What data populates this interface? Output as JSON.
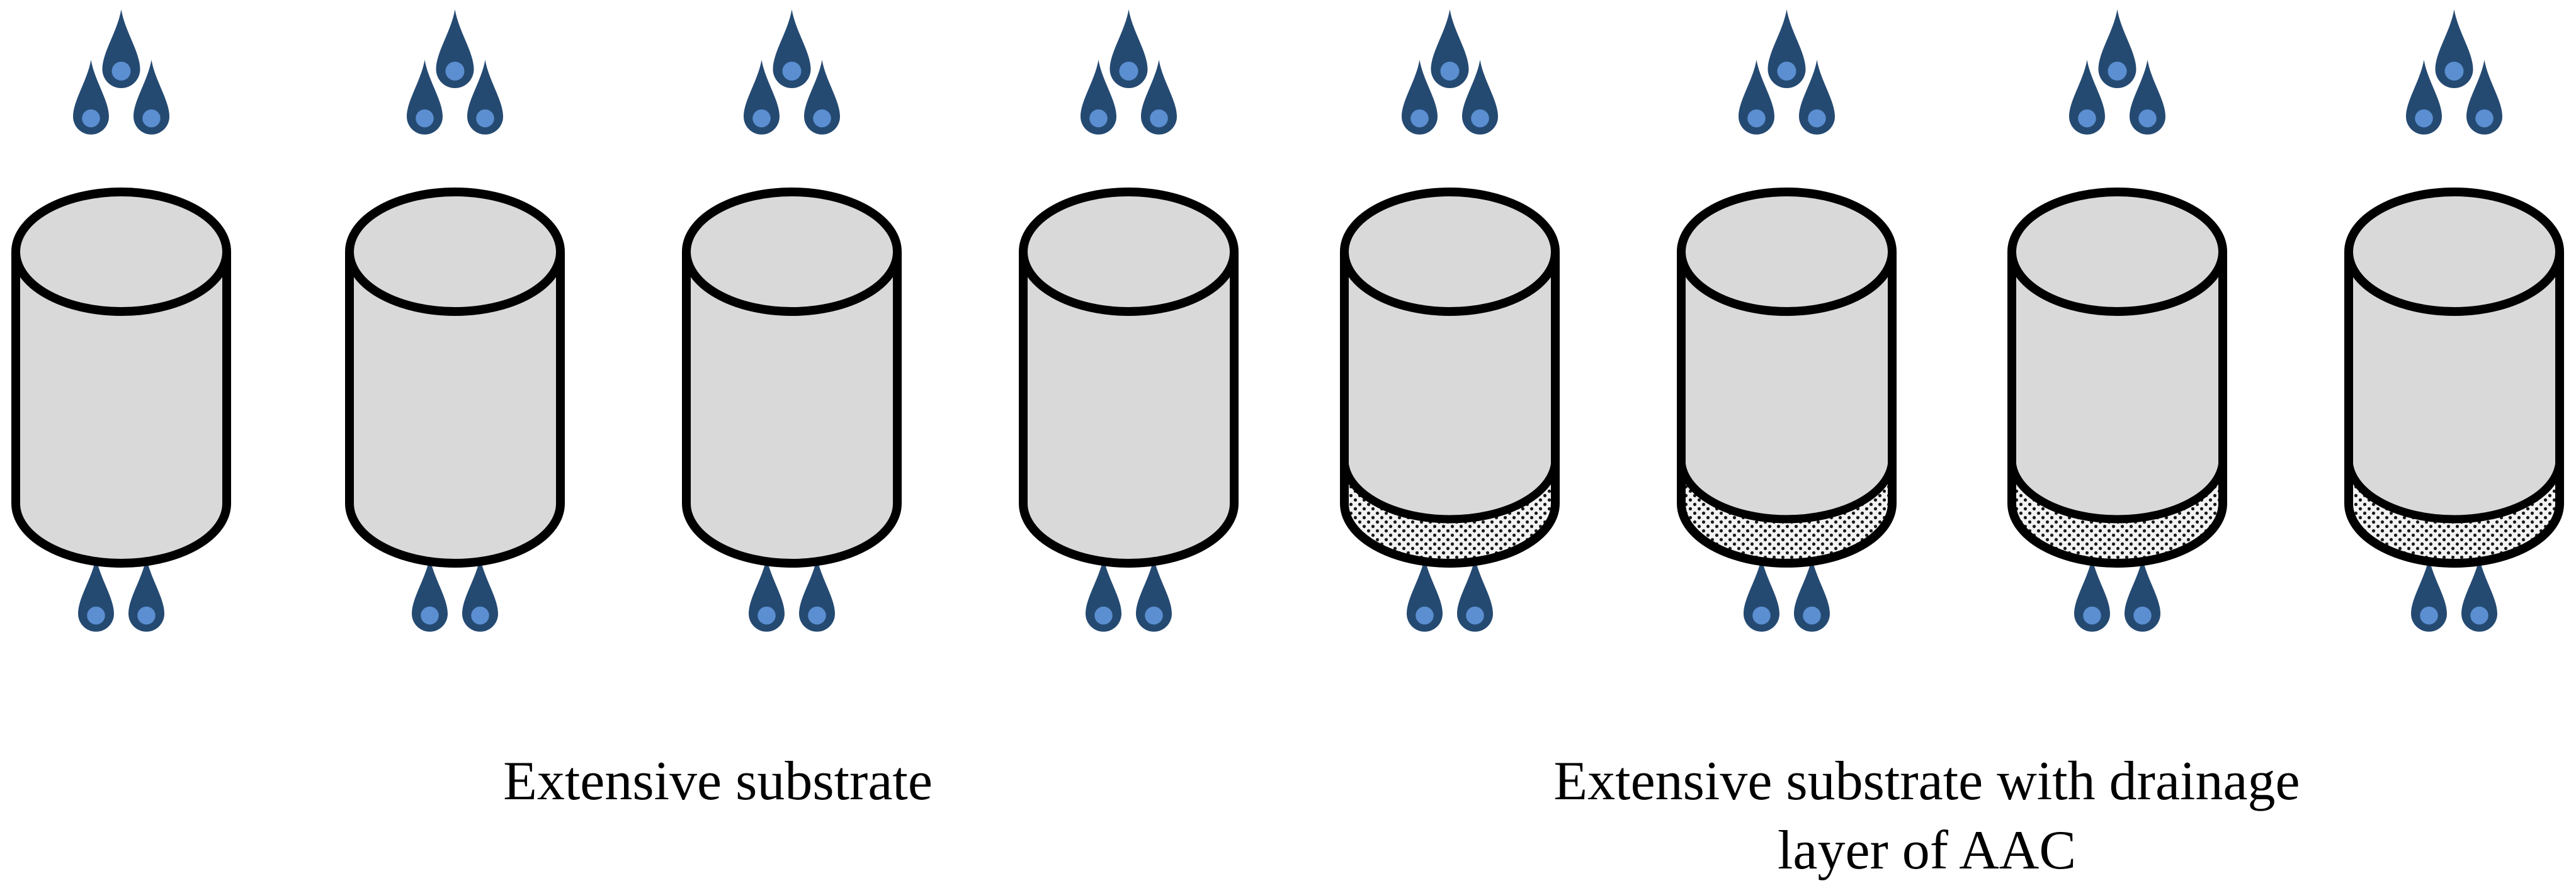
{
  "groups": [
    {
      "caption": "Extensive substrate",
      "has_drainage_layer": false,
      "column_count": 4
    },
    {
      "caption_lines": [
        "Extensive substrate with drainage",
        "layer of AAC"
      ],
      "has_drainage_layer": true,
      "column_count": 4
    }
  ],
  "icons": {
    "inflow": "water-drop-icon",
    "outflow": "water-drop-icon"
  },
  "colors": {
    "substrate": "#d9d9d9",
    "outline": "#000000",
    "drop_outer": "#254a72",
    "drop_inner": "#5b8fd1",
    "drainage_base": "#f2f2f2",
    "drainage_dots": "#1a1a1a"
  }
}
